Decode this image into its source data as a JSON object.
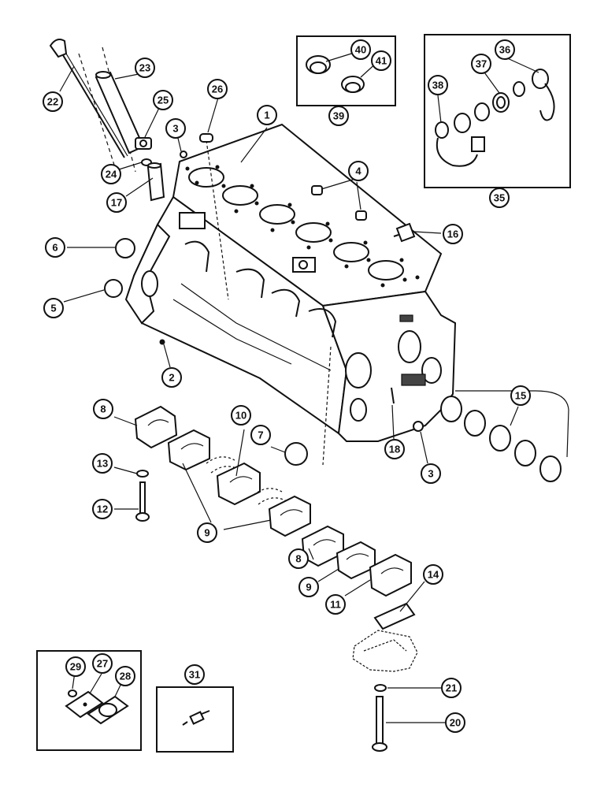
{
  "diagram": {
    "callouts": [
      {
        "id": "c1",
        "label": "1"
      },
      {
        "id": "c2",
        "label": "2"
      },
      {
        "id": "c3a",
        "label": "3"
      },
      {
        "id": "c3b",
        "label": "3"
      },
      {
        "id": "c4",
        "label": "4"
      },
      {
        "id": "c5",
        "label": "5"
      },
      {
        "id": "c6",
        "label": "6"
      },
      {
        "id": "c7",
        "label": "7"
      },
      {
        "id": "c8a",
        "label": "8"
      },
      {
        "id": "c8b",
        "label": "8"
      },
      {
        "id": "c9a",
        "label": "9"
      },
      {
        "id": "c9b",
        "label": "9"
      },
      {
        "id": "c10",
        "label": "10"
      },
      {
        "id": "c11",
        "label": "11"
      },
      {
        "id": "c12",
        "label": "12"
      },
      {
        "id": "c13",
        "label": "13"
      },
      {
        "id": "c14",
        "label": "14"
      },
      {
        "id": "c15",
        "label": "15"
      },
      {
        "id": "c16",
        "label": "16"
      },
      {
        "id": "c17",
        "label": "17"
      },
      {
        "id": "c18",
        "label": "18"
      },
      {
        "id": "c20",
        "label": "20"
      },
      {
        "id": "c21",
        "label": "21"
      },
      {
        "id": "c22",
        "label": "22"
      },
      {
        "id": "c23",
        "label": "23"
      },
      {
        "id": "c24",
        "label": "24"
      },
      {
        "id": "c25",
        "label": "25"
      },
      {
        "id": "c26",
        "label": "26"
      },
      {
        "id": "c27",
        "label": "27"
      },
      {
        "id": "c28",
        "label": "28"
      },
      {
        "id": "c29",
        "label": "29"
      },
      {
        "id": "c31",
        "label": "31"
      },
      {
        "id": "c35",
        "label": "35"
      },
      {
        "id": "c36",
        "label": "36"
      },
      {
        "id": "c37",
        "label": "37"
      },
      {
        "id": "c38",
        "label": "38"
      },
      {
        "id": "c39",
        "label": "39"
      },
      {
        "id": "c40",
        "label": "40"
      },
      {
        "id": "c41",
        "label": "41"
      }
    ]
  }
}
